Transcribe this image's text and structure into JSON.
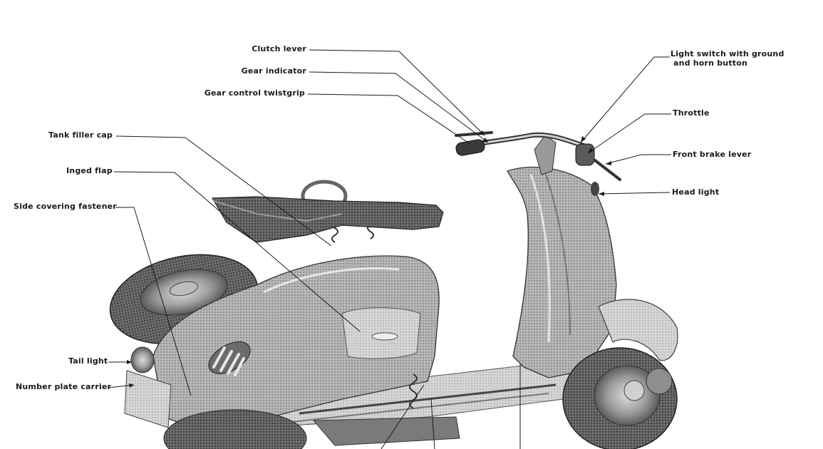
{
  "labels": {
    "clutch_lever": "Clutch lever",
    "gear_indicator": "Gear indicator",
    "gear_control_twistgrip": "Gear control twistgrip",
    "tank_filler_cap": "Tank filler cap",
    "inged_flap": "Inged flap",
    "side_covering_fastener": "Side covering fastener",
    "tail_light": "Tail light",
    "number_plate_carrier": "Number plate carrier",
    "light_switch_line1": "Light switch with ground",
    "light_switch_line2": "and horn button",
    "throttle": "Throttle",
    "front_brake_lever": "Front brake lever",
    "head_light": "Head light"
  },
  "colors": {
    "ink": "#1a1a1a",
    "body_light": "#c9c9c9",
    "body_mid": "#9a9a9a",
    "body_dark": "#4a4a4a",
    "tyre": "#2b2b2b"
  }
}
